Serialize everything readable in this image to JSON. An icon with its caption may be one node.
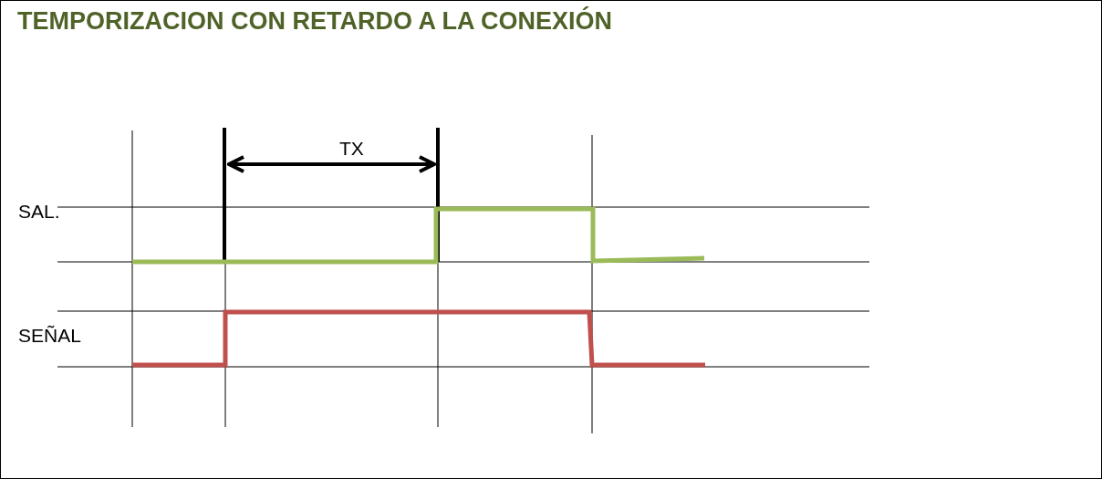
{
  "diagram": {
    "title": "TEMPORIZACION CON RETARDO A LA CONEXIÓN",
    "labels": [
      "TX",
      "SAL.",
      "SEÑAL"
    ]
  }
}
